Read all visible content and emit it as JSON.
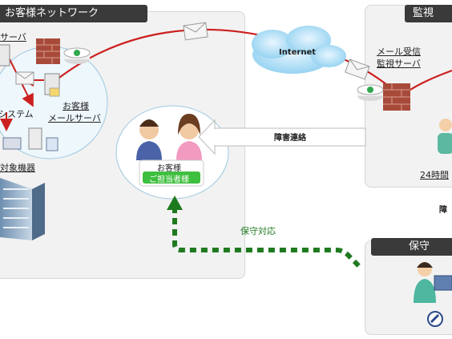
{
  "customer_network": {
    "title": "お客様ネットワーク",
    "server_label": "サーバ",
    "mail_server_label_1": "お客様",
    "mail_server_label_2": "メールサーバ",
    "system_label": "システム",
    "devices_label": "対象機器"
  },
  "customer_contact": {
    "line1": "お客様",
    "line2": "ご担当者様"
  },
  "internet_label": "Internet",
  "monitoring_center": {
    "title": "監視",
    "mail_server_label_1": "メール受信",
    "mail_server_label_2": "監視サーバ",
    "staff_label": "24時間"
  },
  "fault_notice_label": "障害連絡",
  "fault_notice_label_2": "障",
  "maintenance_label": "保守対応",
  "maintenance_panel_title": "保守",
  "colors": {
    "mail_path": "#cc1f1f",
    "maintenance_path": "#1f7a1f",
    "panel_header": "#3a3a3a",
    "contact_badge": "#3fbf3f"
  }
}
